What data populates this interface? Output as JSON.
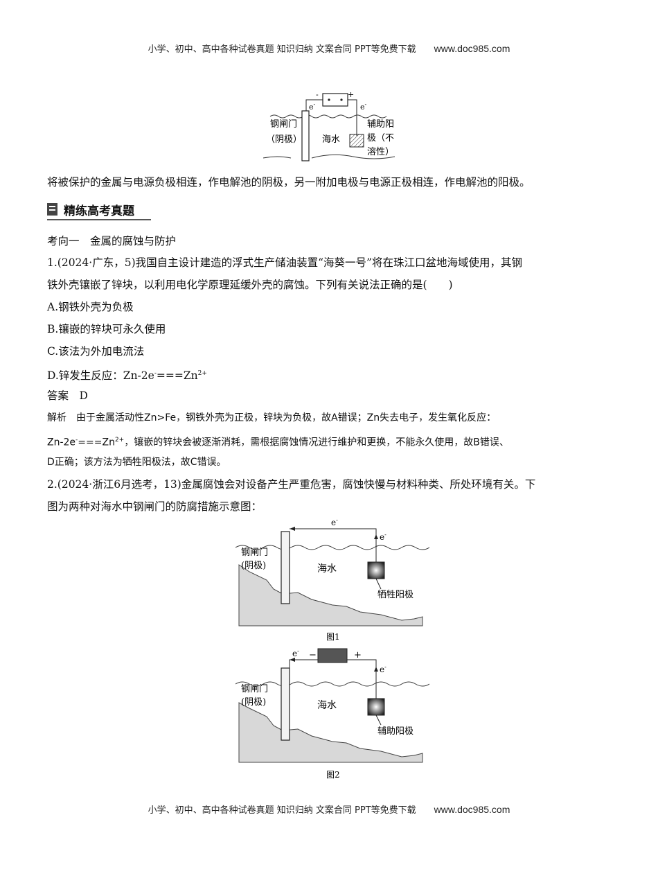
{
  "header": {
    "text": "小学、初中、高中各种试卷真题 知识归纳 文案合同 PPT等免费下载",
    "site": "www.doc985.com"
  },
  "footer": {
    "text": "小学、初中、高中各种试卷真题 知识归纳 文案合同 PPT等免费下载",
    "site": "www.doc985.com"
  },
  "top_diagram": {
    "gate_label_1": "钢闸门",
    "gate_label_2": "（阴极）",
    "sea": "海水",
    "anode_1": "辅助阳",
    "anode_2": "极（不",
    "anode_3": "溶性）",
    "minus": "-",
    "plus": "+",
    "electron": "e",
    "electron_sup": "-"
  },
  "intro_text": "将被保护的金属与电源负极相连，作电解池的阴极，另一附加电极与电源正极相连，作电解池的阳极。",
  "section_title": "精练高考真题",
  "direction": "考向一　金属的腐蚀与防护",
  "q1": {
    "line1": "1.(2024·广东，5)我国自主设计建造的浮式生产储油装置“海葵一号”将在珠江口盆地海域使用，其钢",
    "line2": "铁外壳镶嵌了锌块，以利用电化学原理延缓外壳的腐蚀。下列有关说法正确的是(　　)",
    "optA": "A.钢铁外壳为负极",
    "optB": "B.镶嵌的锌块可永久使用",
    "optC": "C.该法为外加电流法",
    "optD_pre": "D.锌发生反应：Zn-2e",
    "optD_sup1": "-",
    "optD_mid": "===Zn",
    "optD_sup2": "2+",
    "answer": "答案　D",
    "exp1": "解析　由于金属活动性Zn>Fe，钢铁外壳为正极，锌块为负极，故A错误；Zn失去电子，发生氧化反应：",
    "exp2_pre": "Zn-2e",
    "exp2_sup1": "-",
    "exp2_mid": "===Zn",
    "exp2_sup2": "2+",
    "exp2_post": "，镶嵌的锌块会被逐渐消耗，需根据腐蚀情况进行维护和更换，不能永久使用，故B错误、",
    "exp3": "D正确；该方法为牺牲阳极法，故C错误。"
  },
  "q2": {
    "line1": "2.(2024·浙江6月选考，13)金属腐蚀会对设备产生严重危害，腐蚀快慢与材料种类、所处环境有关。下",
    "line2": "图为两种对海水中钢闸门的防腐措施示意图："
  },
  "fig1": {
    "gate_1": "钢闸门",
    "gate_2": "(阴极)",
    "sea": "海水",
    "anode": "牺牲阳极",
    "caption": "图1",
    "electron": "e",
    "electron_sup": "-"
  },
  "fig2": {
    "gate_1": "钢闸门",
    "gate_2": "(阴极)",
    "sea": "海水",
    "anode": "辅助阳极",
    "caption": "图2",
    "electron": "e",
    "electron_sup": "-",
    "minus": "−",
    "plus": "+"
  }
}
